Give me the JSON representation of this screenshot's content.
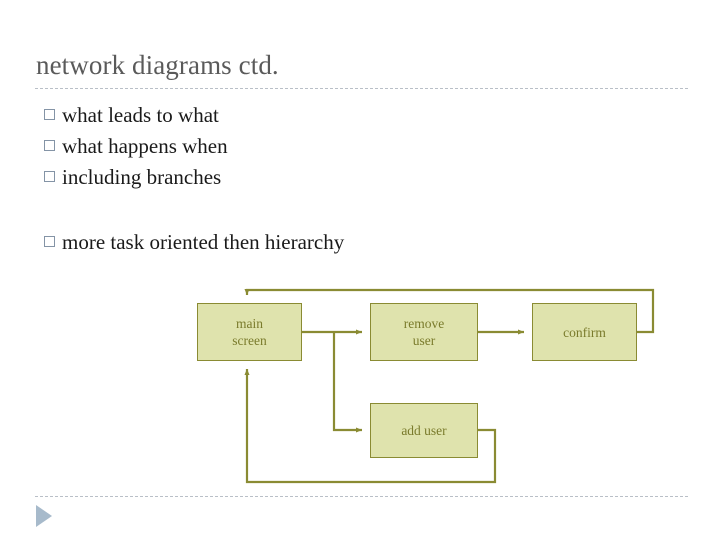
{
  "slide": {
    "title": "network diagrams ctd.",
    "bullets": [
      {
        "mark": "hollow-square-bullet",
        "text": "what leads to what",
        "spaced": false
      },
      {
        "mark": "hollow-square-bullet",
        "text": "what happens when",
        "spaced": false
      },
      {
        "mark": "hollow-square-bullet",
        "text": "including branches",
        "spaced": false
      },
      {
        "mark": "hollow-square-bullet",
        "text": "more task oriented then hierarchy",
        "spaced": true
      }
    ],
    "footer_nav_icon": "play-triangle-icon"
  },
  "diagram": {
    "type": "flowchart",
    "nodes": [
      {
        "id": "main",
        "label": "main\nscreen",
        "line1": "main",
        "line2": "screen"
      },
      {
        "id": "remove",
        "label": "remove\nuser",
        "line1": "remove",
        "line2": "user"
      },
      {
        "id": "confirm",
        "label": "confirm",
        "line1": "confirm",
        "line2": ""
      },
      {
        "id": "add",
        "label": "add user",
        "line1": "add user",
        "line2": ""
      }
    ],
    "edges": [
      {
        "from": "main",
        "to": "remove",
        "style": "branch-right"
      },
      {
        "from": "main",
        "to": "add",
        "style": "branch-down"
      },
      {
        "from": "remove",
        "to": "confirm",
        "style": "straight-right"
      },
      {
        "from": "confirm",
        "to": "main",
        "style": "return-top"
      },
      {
        "from": "add",
        "to": "main",
        "style": "return-bottom"
      }
    ],
    "colors": {
      "node_fill": "#dfe3ad",
      "node_border": "#8a8b33",
      "node_text": "#7a7b2c",
      "edge": "#8a8b33"
    }
  },
  "theme": {
    "background": "#ffffff",
    "title_color": "#5a5a5a",
    "rule_color": "#b9bfc7",
    "bullet_mark_color": "#8494a6",
    "body_text_color": "#1a1a1a",
    "nav_icon_color": "#a7bacb"
  }
}
